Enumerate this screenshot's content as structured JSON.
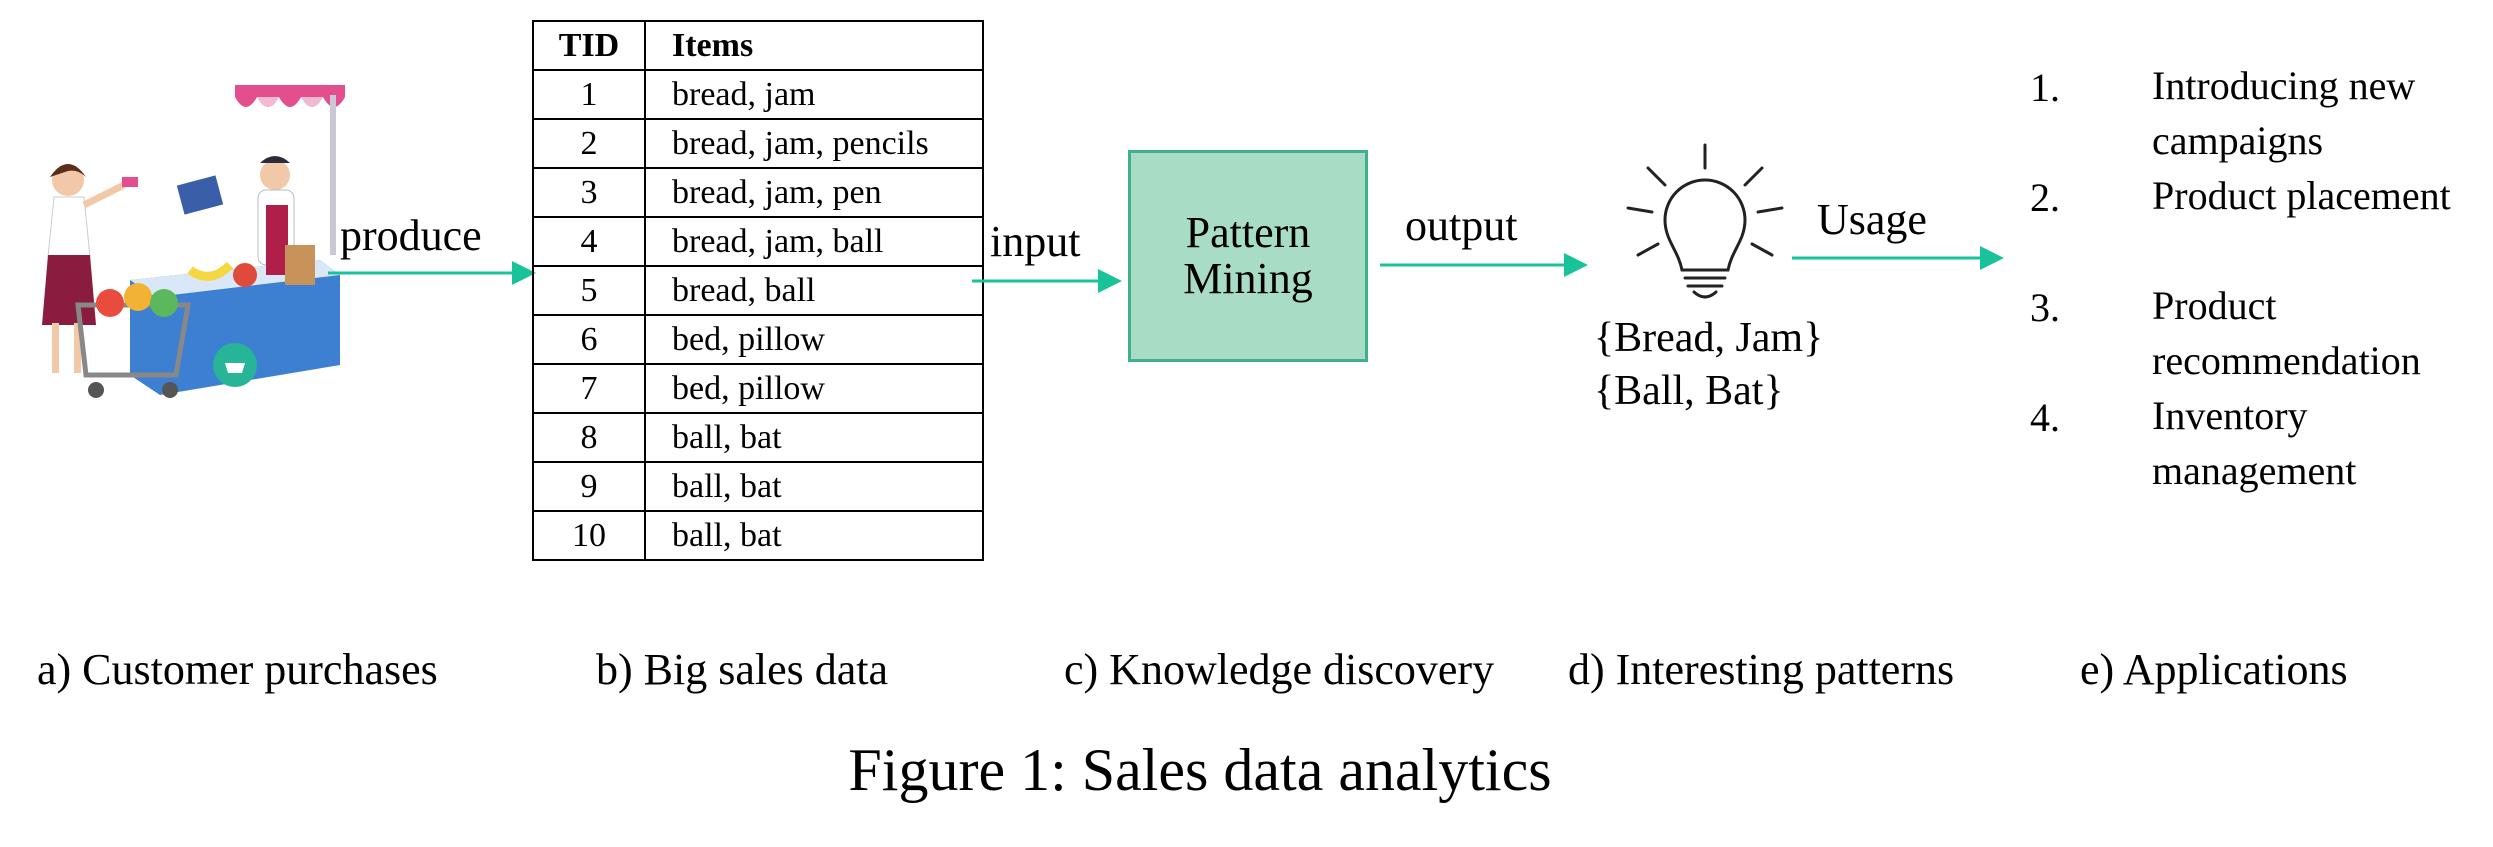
{
  "arrows": {
    "produce": "produce",
    "input": "input",
    "output": "output",
    "usage": "Usage"
  },
  "table": {
    "headers": [
      "TID",
      "Items"
    ],
    "rows": [
      [
        "1",
        "bread, jam"
      ],
      [
        "2",
        "bread, jam, pencils"
      ],
      [
        "3",
        "bread, jam, pen"
      ],
      [
        "4",
        "bread, jam, ball"
      ],
      [
        "5",
        "bread, ball"
      ],
      [
        "6",
        "bed, pillow"
      ],
      [
        "7",
        "bed, pillow"
      ],
      [
        "8",
        "ball, bat"
      ],
      [
        "9",
        "ball, bat"
      ],
      [
        "10",
        "ball, bat"
      ]
    ]
  },
  "pattern_mining": {
    "line1": "Pattern",
    "line2": "Mining"
  },
  "patterns": [
    "{Bread, Jam}",
    "{Ball, Bat}"
  ],
  "applications": [
    {
      "num": "1.",
      "text": "Introducing new campaigns"
    },
    {
      "num": "2.",
      "text": "Product placement"
    },
    {
      "num": "3.",
      "text": "Product recommendation"
    },
    {
      "num": "4.",
      "text": "Inventory management"
    }
  ],
  "section_labels": {
    "a": "a) Customer purchases",
    "b": "b) Big sales data",
    "c": "c) Knowledge discovery",
    "d": "d) Interesting patterns",
    "e": "e) Applications"
  },
  "caption": "Figure 1: Sales data analytics",
  "colors": {
    "arrow": "#19c39a",
    "box_fill": "#a8dcc4",
    "box_border": "#3fb08a"
  }
}
